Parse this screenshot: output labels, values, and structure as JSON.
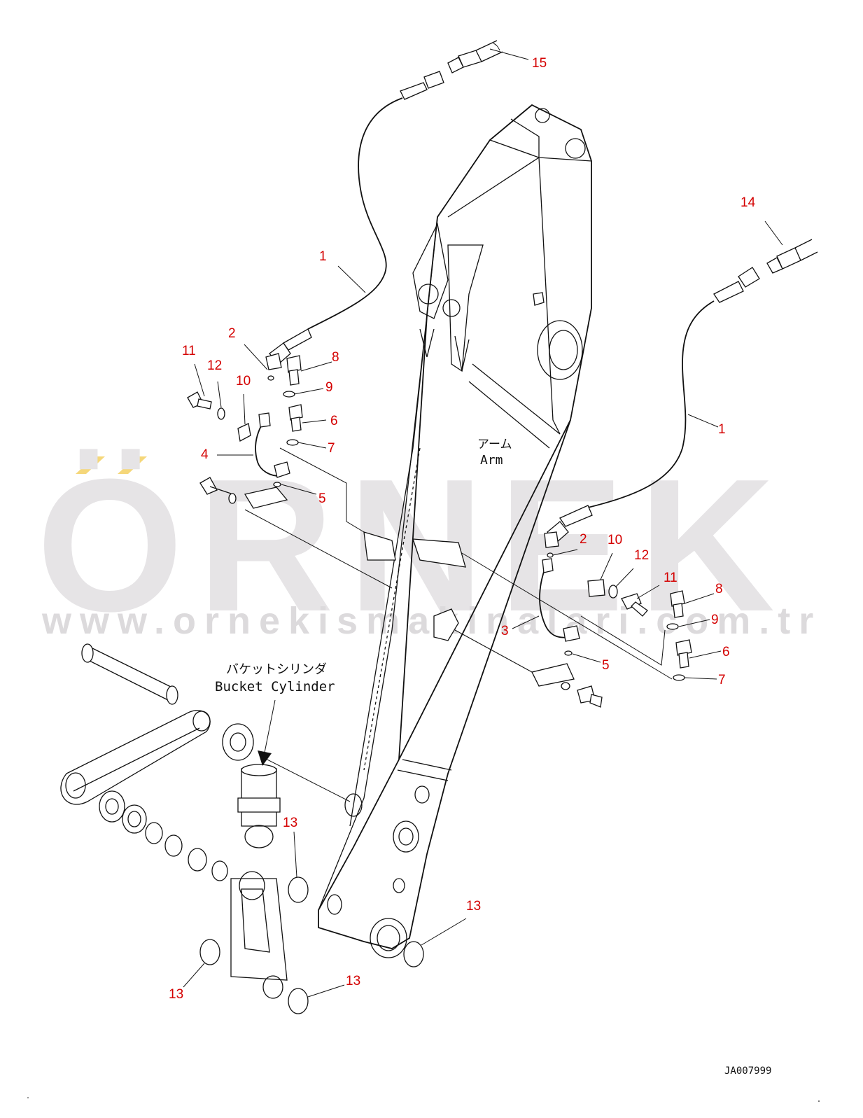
{
  "watermark": {
    "brand": "ÖRNEK",
    "url": "www.ornekismakinalari.com.tr",
    "accent_color": "#f5d77a"
  },
  "labels": {
    "arm_jp": "アーム",
    "arm_en": "Arm",
    "cylinder_jp": "バケットシリンダ",
    "cylinder_en": "Bucket Cylinder",
    "drawing_code": "JA007999"
  },
  "callouts": [
    {
      "id": "c15",
      "text": "15"
    },
    {
      "id": "c14",
      "text": "14"
    },
    {
      "id": "c1a",
      "text": "1"
    },
    {
      "id": "c1b",
      "text": "1"
    },
    {
      "id": "c2a",
      "text": "2"
    },
    {
      "id": "c2b",
      "text": "2"
    },
    {
      "id": "c11a",
      "text": "11"
    },
    {
      "id": "c11b",
      "text": "11"
    },
    {
      "id": "c12a",
      "text": "12"
    },
    {
      "id": "c12b",
      "text": "12"
    },
    {
      "id": "c10a",
      "text": "10"
    },
    {
      "id": "c10b",
      "text": "10"
    },
    {
      "id": "c8a",
      "text": "8"
    },
    {
      "id": "c8b",
      "text": "8"
    },
    {
      "id": "c9a",
      "text": "9"
    },
    {
      "id": "c9b",
      "text": "9"
    },
    {
      "id": "c6a",
      "text": "6"
    },
    {
      "id": "c6b",
      "text": "6"
    },
    {
      "id": "c7a",
      "text": "7"
    },
    {
      "id": "c7b",
      "text": "7"
    },
    {
      "id": "c4",
      "text": "4"
    },
    {
      "id": "c3",
      "text": "3"
    },
    {
      "id": "c5a",
      "text": "5"
    },
    {
      "id": "c5b",
      "text": "5"
    },
    {
      "id": "c13a",
      "text": "13"
    },
    {
      "id": "c13b",
      "text": "13"
    },
    {
      "id": "c13c",
      "text": "13"
    },
    {
      "id": "c13d",
      "text": "13"
    }
  ]
}
